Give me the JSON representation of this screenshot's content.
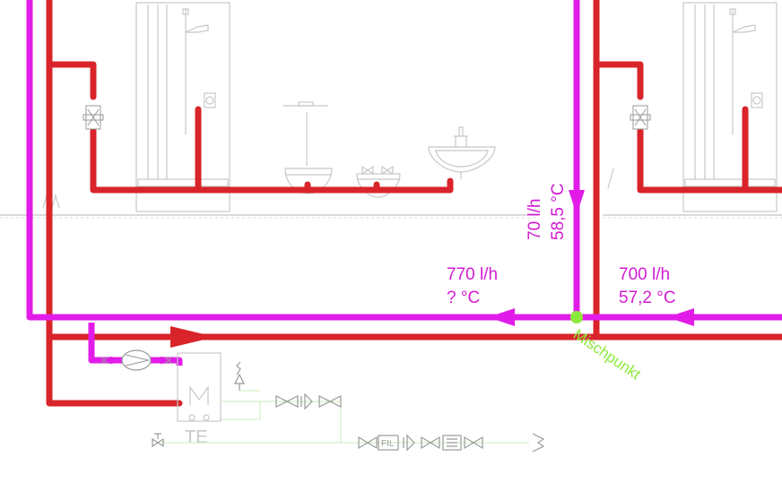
{
  "labels": {
    "riser_flow": "70 l/h",
    "riser_temp": "58,5 °C",
    "mix_flow": "770 l/h",
    "mix_temp": "? °C",
    "main_flow": "700 l/h",
    "main_temp": "57,2 °C",
    "mixing_point": "Mischpunkt",
    "heater": "TE",
    "filter": "FIL"
  },
  "colors": {
    "hot_water": "#d8242a",
    "circulation": "#e21ce8",
    "mixing_point": "#8cea3c",
    "fixtures": "#c8c8c8"
  }
}
